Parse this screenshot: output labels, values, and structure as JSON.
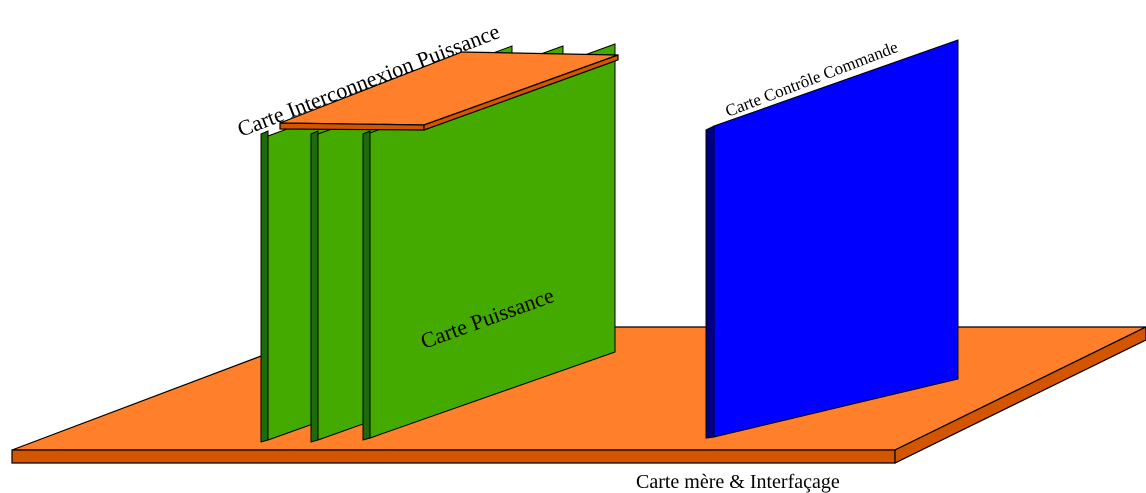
{
  "labels": {
    "interconnect": "Carte Interconnexion Puissance",
    "power": "Carte Puissance",
    "control": "Carte Contrôle Commande",
    "motherboard": "Carte mère & Interfaçage"
  },
  "colors": {
    "orange_top": "#FF7F2A",
    "orange_side": "#D45500",
    "green_face": "#44AA00",
    "green_edge": "#1E6B0E",
    "blue_face": "#0000FF",
    "blue_edge": "#000080",
    "outline": "#000000"
  }
}
